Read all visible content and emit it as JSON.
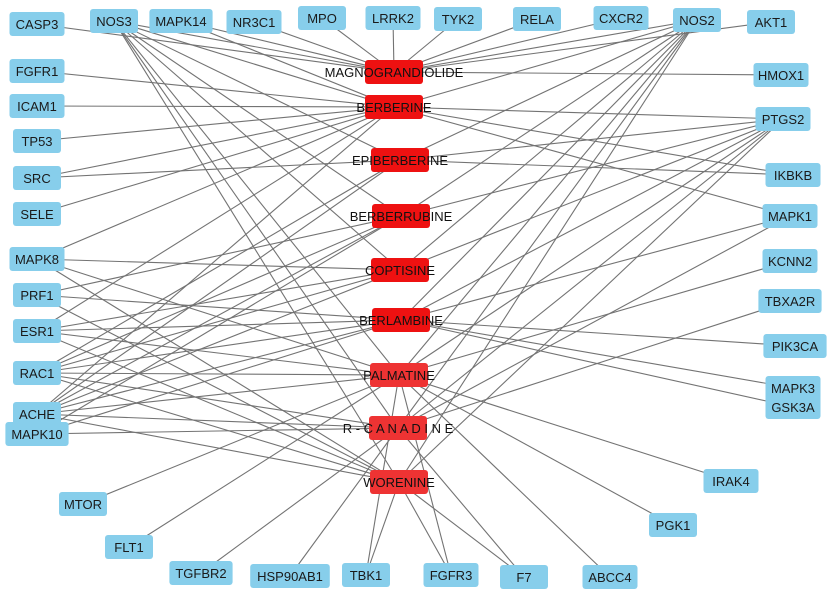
{
  "colors": {
    "target_fill": "#87CEEB",
    "compound_fill_primary": "#EE1111",
    "compound_fill_secondary": "#EE3333",
    "edge": "#737373",
    "background": "#FFFFFF"
  },
  "compounds": [
    {
      "id": "MAGNOGRANDIOLIDE",
      "label": "MAGNOGRANDIOLIDE"
    },
    {
      "id": "BERBERINE",
      "label": "BERBERINE"
    },
    {
      "id": "EPIBERBERINE",
      "label": "EPIBERBERINE"
    },
    {
      "id": "BERBERRUBINE",
      "label": "BERBERRUBINE"
    },
    {
      "id": "COPTISINE",
      "label": "COPTISINE"
    },
    {
      "id": "BERLAMBINE",
      "label": "BERLAMBINE"
    },
    {
      "id": "PALMATINE",
      "label": "PALMATINE"
    },
    {
      "id": "R-CANADINE",
      "label": "R - C A N A D I N E"
    },
    {
      "id": "WORENINE",
      "label": "WORENINE"
    }
  ],
  "targets": [
    {
      "id": "CASP3",
      "label": "CASP3"
    },
    {
      "id": "NOS3",
      "label": "NOS3"
    },
    {
      "id": "MAPK14",
      "label": "MAPK14"
    },
    {
      "id": "NR3C1",
      "label": "NR3C1"
    },
    {
      "id": "MPO",
      "label": "MPO"
    },
    {
      "id": "LRRK2",
      "label": "LRRK2"
    },
    {
      "id": "TYK2",
      "label": "TYK2"
    },
    {
      "id": "RELA",
      "label": "RELA"
    },
    {
      "id": "CXCR2",
      "label": "CXCR2"
    },
    {
      "id": "NOS2",
      "label": "NOS2"
    },
    {
      "id": "AKT1",
      "label": "AKT1"
    },
    {
      "id": "FGFR1",
      "label": "FGFR1"
    },
    {
      "id": "HMOX1",
      "label": "HMOX1"
    },
    {
      "id": "ICAM1",
      "label": "ICAM1"
    },
    {
      "id": "PTGS2",
      "label": "PTGS2"
    },
    {
      "id": "TP53",
      "label": "TP53"
    },
    {
      "id": "IKBKB",
      "label": "IKBKB"
    },
    {
      "id": "SRC",
      "label": "SRC"
    },
    {
      "id": "SELE",
      "label": "SELE"
    },
    {
      "id": "MAPK1",
      "label": "MAPK1"
    },
    {
      "id": "MAPK8",
      "label": "MAPK8"
    },
    {
      "id": "KCNN2",
      "label": "KCNN2"
    },
    {
      "id": "PRF1",
      "label": "PRF1"
    },
    {
      "id": "TBXA2R",
      "label": "TBXA2R"
    },
    {
      "id": "ESR1",
      "label": "ESR1"
    },
    {
      "id": "PIK3CA",
      "label": "PIK3CA"
    },
    {
      "id": "RAC1",
      "label": "RAC1"
    },
    {
      "id": "MAPK3",
      "label": "MAPK3"
    },
    {
      "id": "ACHE",
      "label": "ACHE"
    },
    {
      "id": "GSK3A",
      "label": "GSK3A"
    },
    {
      "id": "MAPK10",
      "label": "MAPK10"
    },
    {
      "id": "IRAK4",
      "label": "IRAK4"
    },
    {
      "id": "MTOR",
      "label": "MTOR"
    },
    {
      "id": "PGK1",
      "label": "PGK1"
    },
    {
      "id": "FLT1",
      "label": "FLT1"
    },
    {
      "id": "TGFBR2",
      "label": "TGFBR2"
    },
    {
      "id": "HSP90AB1",
      "label": "HSP90AB1"
    },
    {
      "id": "TBK1",
      "label": "TBK1"
    },
    {
      "id": "FGFR3",
      "label": "FGFR3"
    },
    {
      "id": "F7",
      "label": "F7"
    },
    {
      "id": "ABCC4",
      "label": "ABCC4"
    }
  ],
  "edges": [
    [
      "MAGNOGRANDIOLIDE",
      "CASP3"
    ],
    [
      "MAGNOGRANDIOLIDE",
      "MAPK14"
    ],
    [
      "MAGNOGRANDIOLIDE",
      "NR3C1"
    ],
    [
      "MAGNOGRANDIOLIDE",
      "MPO"
    ],
    [
      "MAGNOGRANDIOLIDE",
      "LRRK2"
    ],
    [
      "MAGNOGRANDIOLIDE",
      "TYK2"
    ],
    [
      "MAGNOGRANDIOLIDE",
      "RELA"
    ],
    [
      "MAGNOGRANDIOLIDE",
      "CXCR2"
    ],
    [
      "MAGNOGRANDIOLIDE",
      "AKT1"
    ],
    [
      "MAGNOGRANDIOLIDE",
      "NOS2"
    ],
    [
      "MAGNOGRANDIOLIDE",
      "HMOX1"
    ],
    [
      "MAGNOGRANDIOLIDE",
      "NOS3"
    ],
    [
      "BERBERINE",
      "NOS3"
    ],
    [
      "BERBERINE",
      "MAPK14"
    ],
    [
      "BERBERINE",
      "NOS2"
    ],
    [
      "BERBERINE",
      "FGFR1"
    ],
    [
      "BERBERINE",
      "ICAM1"
    ],
    [
      "BERBERINE",
      "TP53"
    ],
    [
      "BERBERINE",
      "SRC"
    ],
    [
      "BERBERINE",
      "SELE"
    ],
    [
      "BERBERINE",
      "PTGS2"
    ],
    [
      "BERBERINE",
      "IKBKB"
    ],
    [
      "BERBERINE",
      "MAPK1"
    ],
    [
      "BERBERINE",
      "MAPK8"
    ],
    [
      "BERBERINE",
      "ACHE"
    ],
    [
      "BERBERINE",
      "ESR1"
    ],
    [
      "EPIBERBERINE",
      "NOS3"
    ],
    [
      "EPIBERBERINE",
      "NOS2"
    ],
    [
      "EPIBERBERINE",
      "PTGS2"
    ],
    [
      "EPIBERBERINE",
      "SRC"
    ],
    [
      "EPIBERBERINE",
      "IKBKB"
    ],
    [
      "EPIBERBERINE",
      "ACHE"
    ],
    [
      "EPIBERBERINE",
      "RAC1"
    ],
    [
      "BERBERRUBINE",
      "NOS3"
    ],
    [
      "BERBERRUBINE",
      "NOS2"
    ],
    [
      "BERBERRUBINE",
      "PTGS2"
    ],
    [
      "BERBERRUBINE",
      "ACHE"
    ],
    [
      "BERBERRUBINE",
      "RAC1"
    ],
    [
      "BERBERRUBINE",
      "PRF1"
    ],
    [
      "BERBERRUBINE",
      "MAPK10"
    ],
    [
      "COPTISINE",
      "NOS3"
    ],
    [
      "COPTISINE",
      "NOS2"
    ],
    [
      "COPTISINE",
      "PTGS2"
    ],
    [
      "COPTISINE",
      "ACHE"
    ],
    [
      "COPTISINE",
      "ESR1"
    ],
    [
      "COPTISINE",
      "RAC1"
    ],
    [
      "COPTISINE",
      "MAPK8"
    ],
    [
      "BERLAMBINE",
      "NOS2"
    ],
    [
      "BERLAMBINE",
      "PTGS2"
    ],
    [
      "BERLAMBINE",
      "MAPK1"
    ],
    [
      "BERLAMBINE",
      "PIK3CA"
    ],
    [
      "BERLAMBINE",
      "ACHE"
    ],
    [
      "BERLAMBINE",
      "RAC1"
    ],
    [
      "BERLAMBINE",
      "ESR1"
    ],
    [
      "BERLAMBINE",
      "PRF1"
    ],
    [
      "BERLAMBINE",
      "MAPK10"
    ],
    [
      "BERLAMBINE",
      "MAPK3"
    ],
    [
      "BERLAMBINE",
      "GSK3A"
    ],
    [
      "PALMATINE",
      "NOS3"
    ],
    [
      "PALMATINE",
      "NOS2"
    ],
    [
      "PALMATINE",
      "PTGS2"
    ],
    [
      "PALMATINE",
      "ACHE"
    ],
    [
      "PALMATINE",
      "RAC1"
    ],
    [
      "PALMATINE",
      "ESR1"
    ],
    [
      "PALMATINE",
      "MAPK8"
    ],
    [
      "PALMATINE",
      "MTOR"
    ],
    [
      "PALMATINE",
      "FLT1"
    ],
    [
      "PALMATINE",
      "TBK1"
    ],
    [
      "PALMATINE",
      "FGFR3"
    ],
    [
      "PALMATINE",
      "PGK1"
    ],
    [
      "PALMATINE",
      "ABCC4"
    ],
    [
      "PALMATINE",
      "IRAK4"
    ],
    [
      "PALMATINE",
      "KCNN2"
    ],
    [
      "R-CANADINE",
      "NOS3"
    ],
    [
      "R-CANADINE",
      "NOS2"
    ],
    [
      "R-CANADINE",
      "PTGS2"
    ],
    [
      "R-CANADINE",
      "ACHE"
    ],
    [
      "R-CANADINE",
      "RAC1"
    ],
    [
      "R-CANADINE",
      "MAPK10"
    ],
    [
      "R-CANADINE",
      "TGFBR2"
    ],
    [
      "R-CANADINE",
      "HSP90AB1"
    ],
    [
      "R-CANADINE",
      "F7"
    ],
    [
      "R-CANADINE",
      "TBXA2R"
    ],
    [
      "R-CANADINE",
      "MAPK1"
    ],
    [
      "WORENINE",
      "NOS3"
    ],
    [
      "WORENINE",
      "NOS2"
    ],
    [
      "WORENINE",
      "PTGS2"
    ],
    [
      "WORENINE",
      "ACHE"
    ],
    [
      "WORENINE",
      "RAC1"
    ],
    [
      "WORENINE",
      "ESR1"
    ],
    [
      "WORENINE",
      "PRF1"
    ],
    [
      "WORENINE",
      "MAPK8"
    ],
    [
      "WORENINE",
      "F7"
    ],
    [
      "WORENINE",
      "FGFR3"
    ],
    [
      "WORENINE",
      "TBK1"
    ]
  ]
}
